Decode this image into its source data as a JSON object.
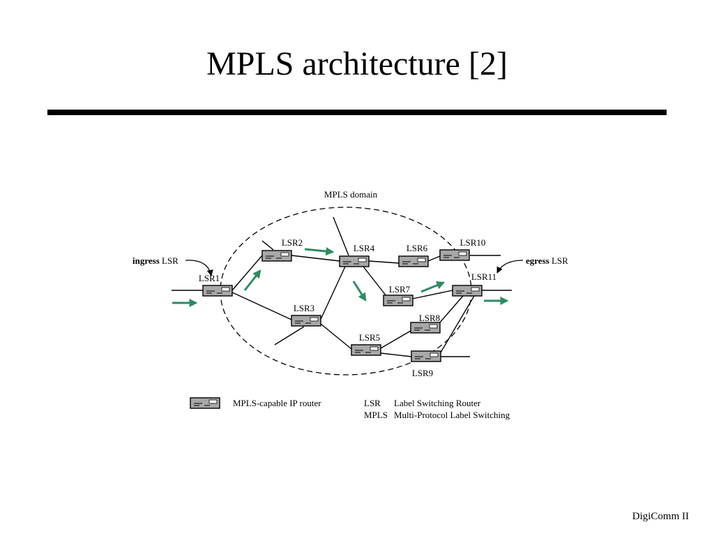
{
  "slide": {
    "title": "MPLS architecture [2]",
    "footer": "DigiComm II"
  },
  "diagram": {
    "domain_label": "MPLS domain",
    "routers": {
      "lsr1": "LSR1",
      "lsr2": "LSR2",
      "lsr3": "LSR3",
      "lsr4": "LSR4",
      "lsr5": "LSR5",
      "lsr6": "LSR6",
      "lsr7": "LSR7",
      "lsr8": "LSR8",
      "lsr9": "LSR9",
      "lsr10": "LSR10",
      "lsr11": "LSR11"
    },
    "ingress": {
      "bold": "ingress",
      "rest": "LSR"
    },
    "egress": {
      "bold": "egress",
      "rest": "LSR"
    },
    "arrow_color": "#2e8b62",
    "router_fill": "#a8a8a8"
  },
  "legend": {
    "router_label": "MPLS-capable IP router",
    "abbreviations": [
      {
        "abbr": "LSR",
        "meaning": "Label Switching Router"
      },
      {
        "abbr": "MPLS",
        "meaning": "Multi-Protocol Label Switching"
      }
    ]
  }
}
